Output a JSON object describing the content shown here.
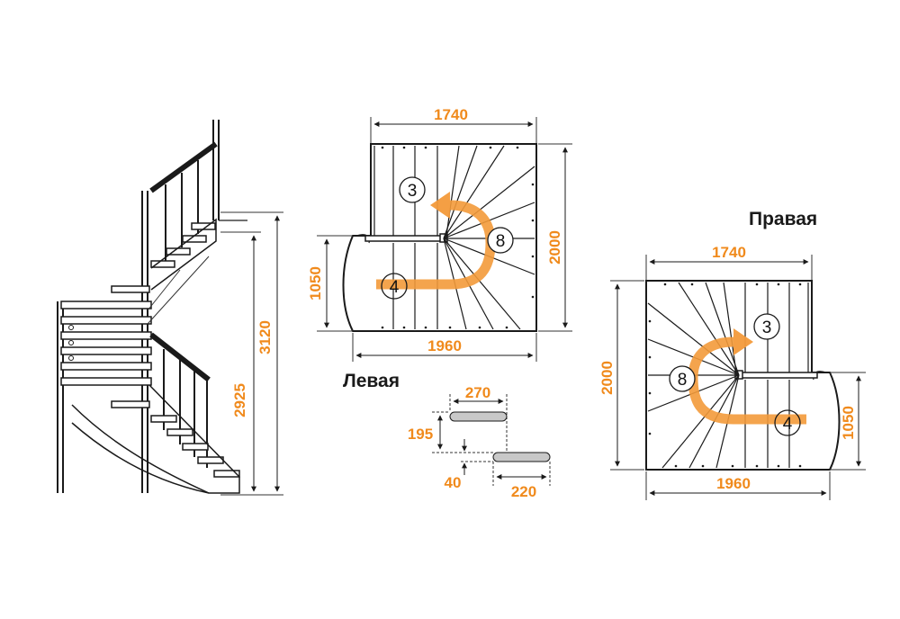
{
  "headings": {
    "left": "Левая",
    "right": "Правая"
  },
  "side_view": {
    "dim_floor_height": "2925",
    "dim_total_height": "3120"
  },
  "left_plan": {
    "dim_top": "1740",
    "dim_bottom": "1960",
    "dim_right": "2000",
    "dim_left": "1050",
    "label_upper": "3",
    "label_winder": "8",
    "label_lower": "4"
  },
  "right_plan": {
    "dim_top": "1740",
    "dim_bottom": "1960",
    "dim_left": "2000",
    "dim_right": "1050",
    "label_upper": "3",
    "label_winder": "8",
    "label_lower": "4"
  },
  "step_detail": {
    "dim_tread": "270",
    "dim_rise": "195",
    "dim_thickness": "40",
    "dim_overlap": "220"
  },
  "colors": {
    "dimension": "#f08a1c",
    "arrow": "#f39a3a",
    "line": "#1a1a1a",
    "tread_fill": "#c8c8c8"
  }
}
